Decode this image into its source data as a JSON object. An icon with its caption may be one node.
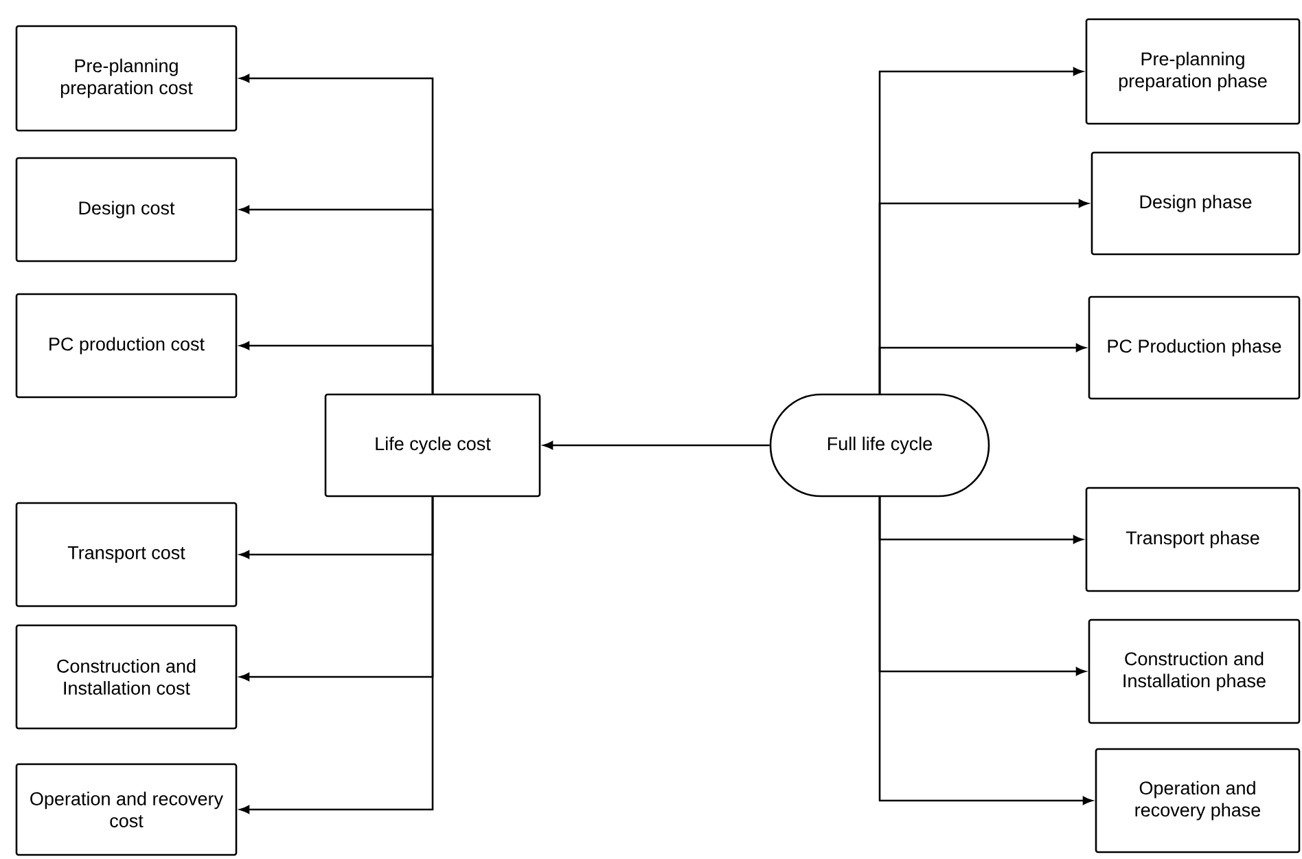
{
  "diagram": {
    "nodes": [
      {
        "text": [
          "Pre-planning preparation cost"
        ]
      },
      {
        "text": [
          "Design cost"
        ]
      },
      {
        "text": [
          "PC production cost"
        ]
      },
      {
        "text": [
          "Transport cost"
        ]
      },
      {
        "text": [
          "Construction and Installation cost"
        ]
      },
      {
        "text": [
          "Operation and recovery cost"
        ]
      },
      {
        "text": [
          "Life cycle cost"
        ]
      },
      {
        "text": [
          "Full life cycle"
        ]
      },
      {
        "text": [
          "Pre-planning preparation phase"
        ]
      },
      {
        "text": [
          "Design phase"
        ]
      },
      {
        "text": [
          "PC Production phase"
        ]
      },
      {
        "text": [
          "Transport phase"
        ]
      },
      {
        "text": [
          "Construction and Installation phase"
        ]
      },
      {
        "text": [
          "Operation and recovery phase"
        ]
      }
    ],
    "edges": [
      {
        "from": 7,
        "to": 6,
        "arrow": "to"
      },
      {
        "from": 6,
        "to": 0,
        "arrow": "to"
      },
      {
        "from": 6,
        "to": 1,
        "arrow": "to"
      },
      {
        "from": 6,
        "to": 2,
        "arrow": "to"
      },
      {
        "from": 6,
        "to": 3,
        "arrow": "to"
      },
      {
        "from": 6,
        "to": 4,
        "arrow": "to"
      },
      {
        "from": 6,
        "to": 5,
        "arrow": "to"
      },
      {
        "from": 7,
        "to": 8,
        "arrow": "to"
      },
      {
        "from": 7,
        "to": 9,
        "arrow": "to"
      },
      {
        "from": 7,
        "to": 10,
        "arrow": "to"
      },
      {
        "from": 7,
        "to": 11,
        "arrow": "to"
      },
      {
        "from": 7,
        "to": 12,
        "arrow": "to"
      },
      {
        "from": 7,
        "to": 13,
        "arrow": "to"
      }
    ]
  }
}
